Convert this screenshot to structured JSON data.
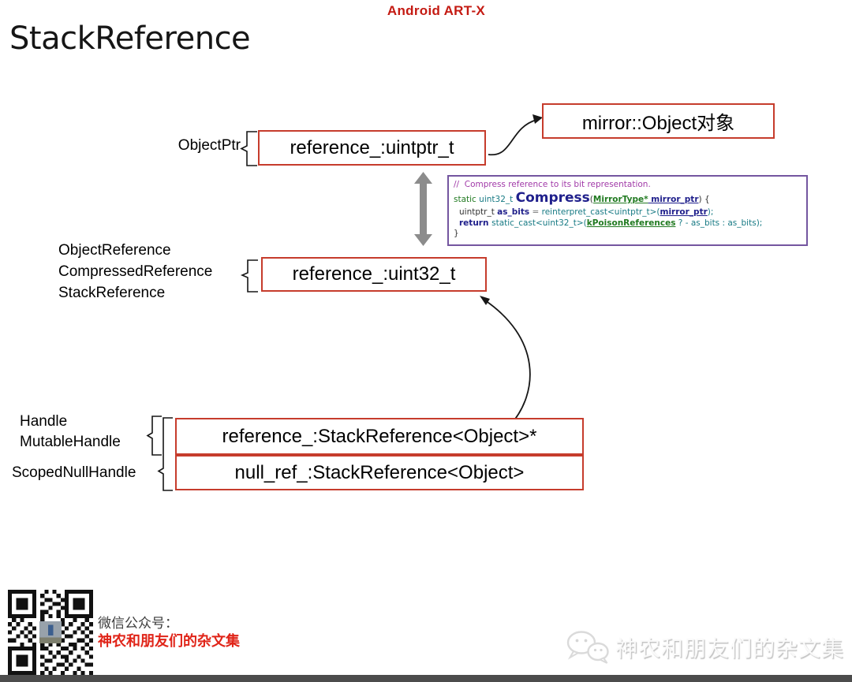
{
  "page": {
    "badge": "Android ART-X",
    "title": "StackReference"
  },
  "diagram": {
    "object_ptr_label": "ObjectPtr",
    "uintptr_box_label": "reference_:uintptr_t",
    "mirror_box_label": "mirror::Object对象",
    "ref_label_1": "ObjectReference",
    "ref_label_2": "CompressedReference",
    "ref_label_3": "StackReference",
    "uint32_box_label": "reference_:uint32_t",
    "handle_label_1": "Handle",
    "handle_label_2": "MutableHandle",
    "handle_label_3": "ScopedNullHandle",
    "stackref_box_label": "reference_:StackReference<Object>*",
    "nullref_box_label": "null_ref_:StackReference<Object>"
  },
  "code": {
    "comment": "//  Compress reference to its bit representation.",
    "l2_kw": "static ",
    "l2_type": "uint32_t ",
    "l2_fn": "Compress",
    "l2_p1": "(",
    "l2_arg_type": "MirrorType*",
    "l2_arg_name": " mirror_ptr",
    "l2_p2": ") {",
    "l3_type": "uintptr_t ",
    "l3_var": "as_bits",
    "l3_eq": " = ",
    "l3_cast": "reinterpret_cast<uintptr_t>(",
    "l3_arg": "mirror_ptr",
    "l3_end": ");",
    "l4_kw": "return ",
    "l4_cast": "static_cast<uint32_t>(",
    "l4_const": "kPoisonReferences",
    "l4_expr": " ? - as_bits : as_bits);",
    "l5_close": "}"
  },
  "footer": {
    "wechat_label": "微信公众号：",
    "account_name": "神农和朋友们的杂文集",
    "watermark": "神农和朋友们的杂文集"
  },
  "colors": {
    "badge_red": "#c41a12",
    "box_border_red": "#c63c2c",
    "brand_red": "#e02418",
    "code_border_purple": "#7456a0",
    "comment_purple": "#a13aa8",
    "keyword_green": "#217a21",
    "type_teal": "#177a84",
    "identifier_navy": "#20208c",
    "arrow_gray": "#8c8c8c",
    "bottom_bar_gray": "#4c4c4c"
  }
}
